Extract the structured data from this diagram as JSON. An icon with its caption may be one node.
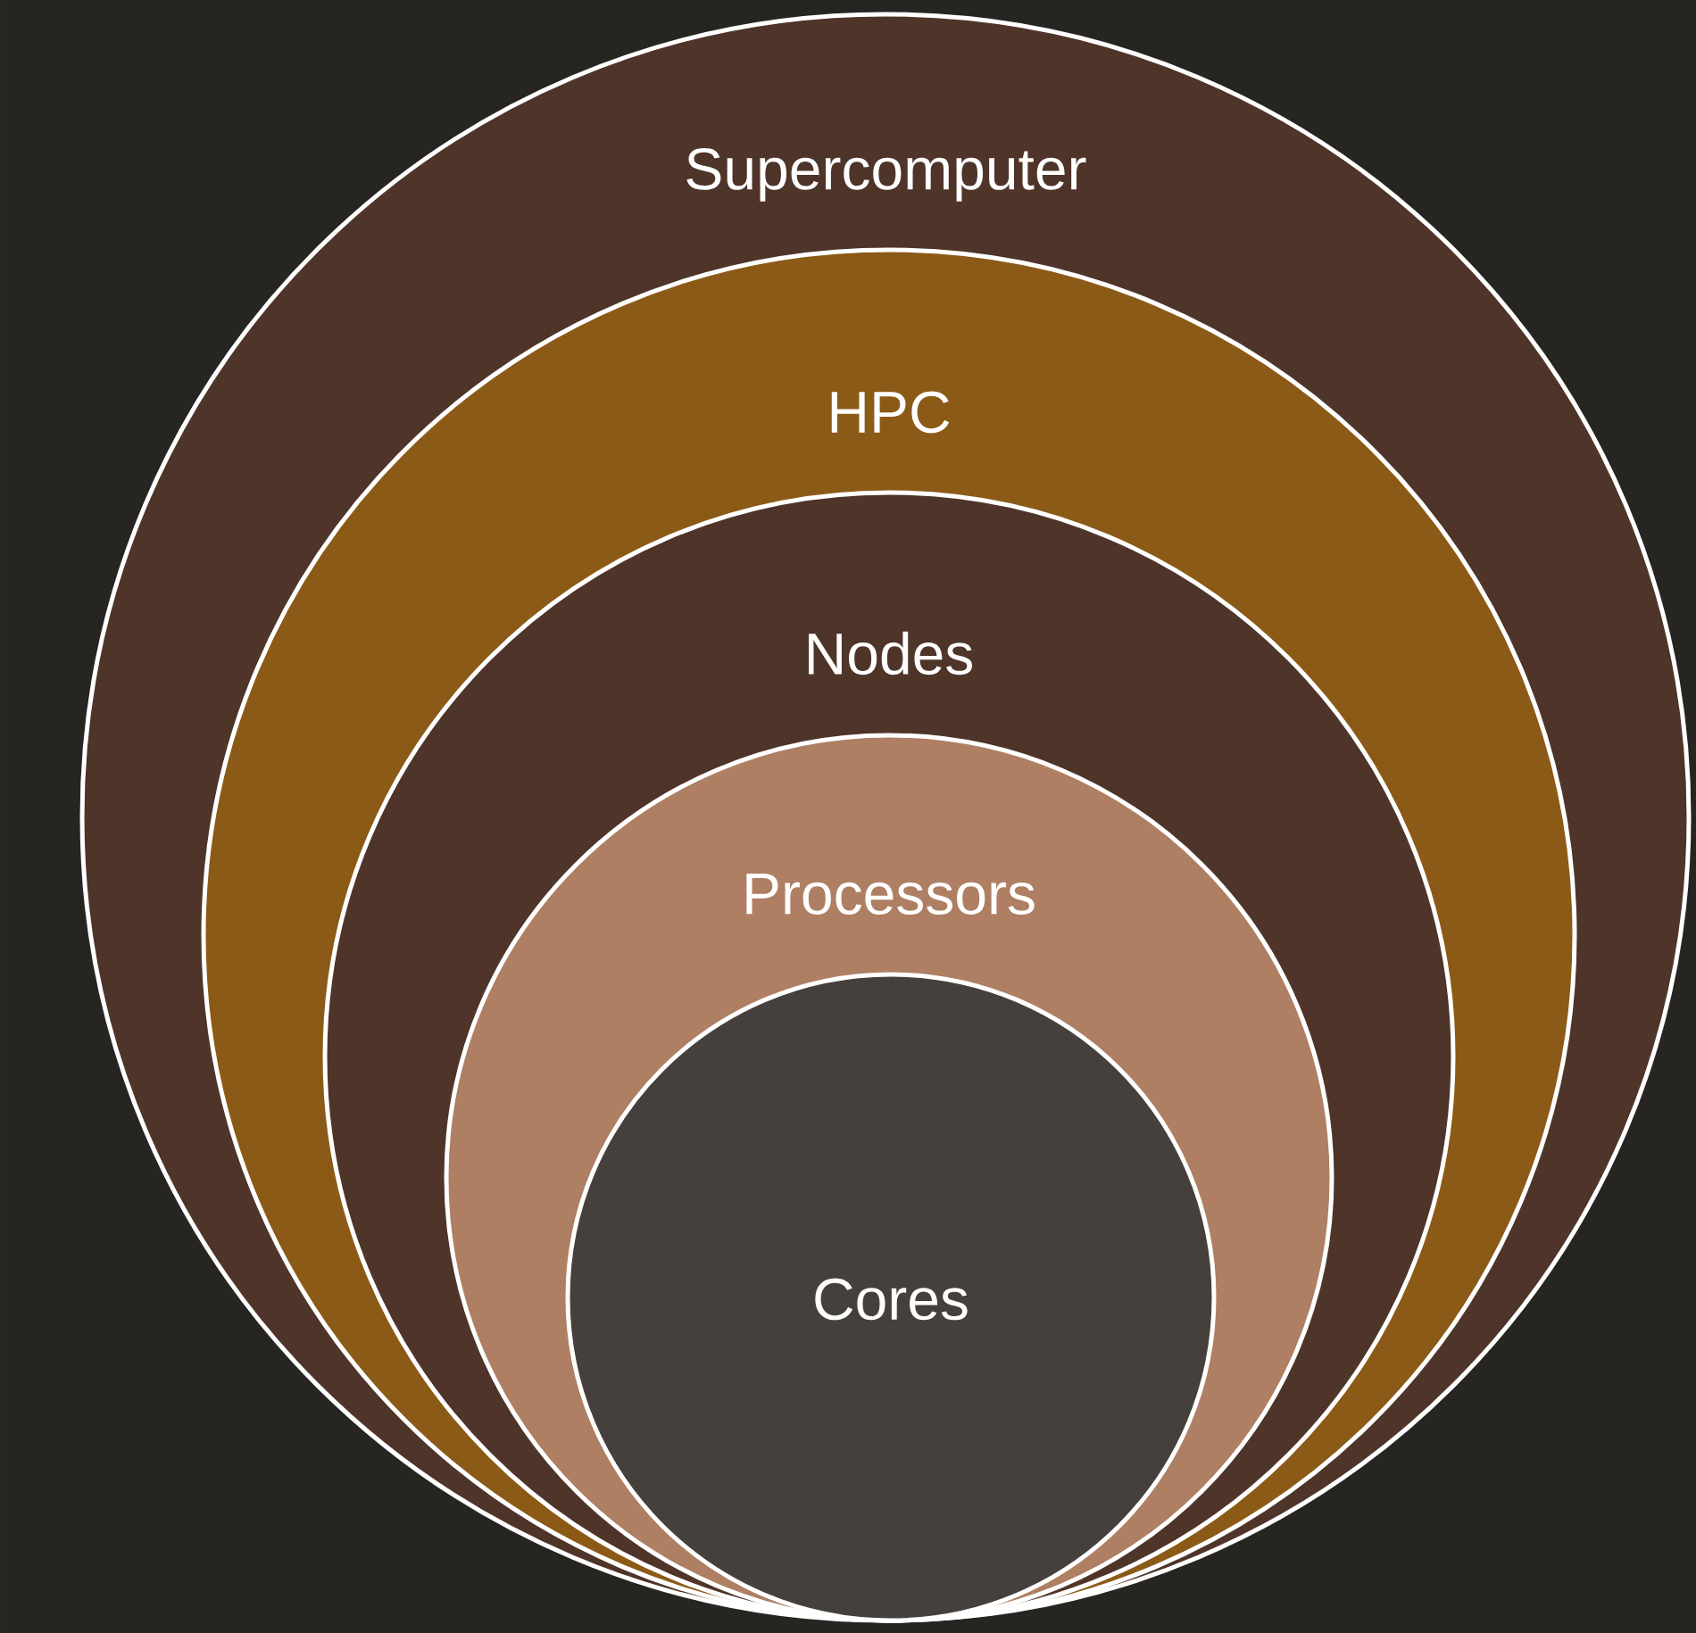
{
  "diagram": {
    "nodes": [
      {
        "text": [
          "Supercomputer"
        ]
      },
      {
        "text": [
          "HPC"
        ],
        "in": 0
      },
      {
        "text": [
          "Nodes"
        ],
        "in": 1
      },
      {
        "text": [
          "Processors"
        ],
        "in": 2
      },
      {
        "text": [
          "Cores"
        ],
        "in": 3
      }
    ]
  }
}
